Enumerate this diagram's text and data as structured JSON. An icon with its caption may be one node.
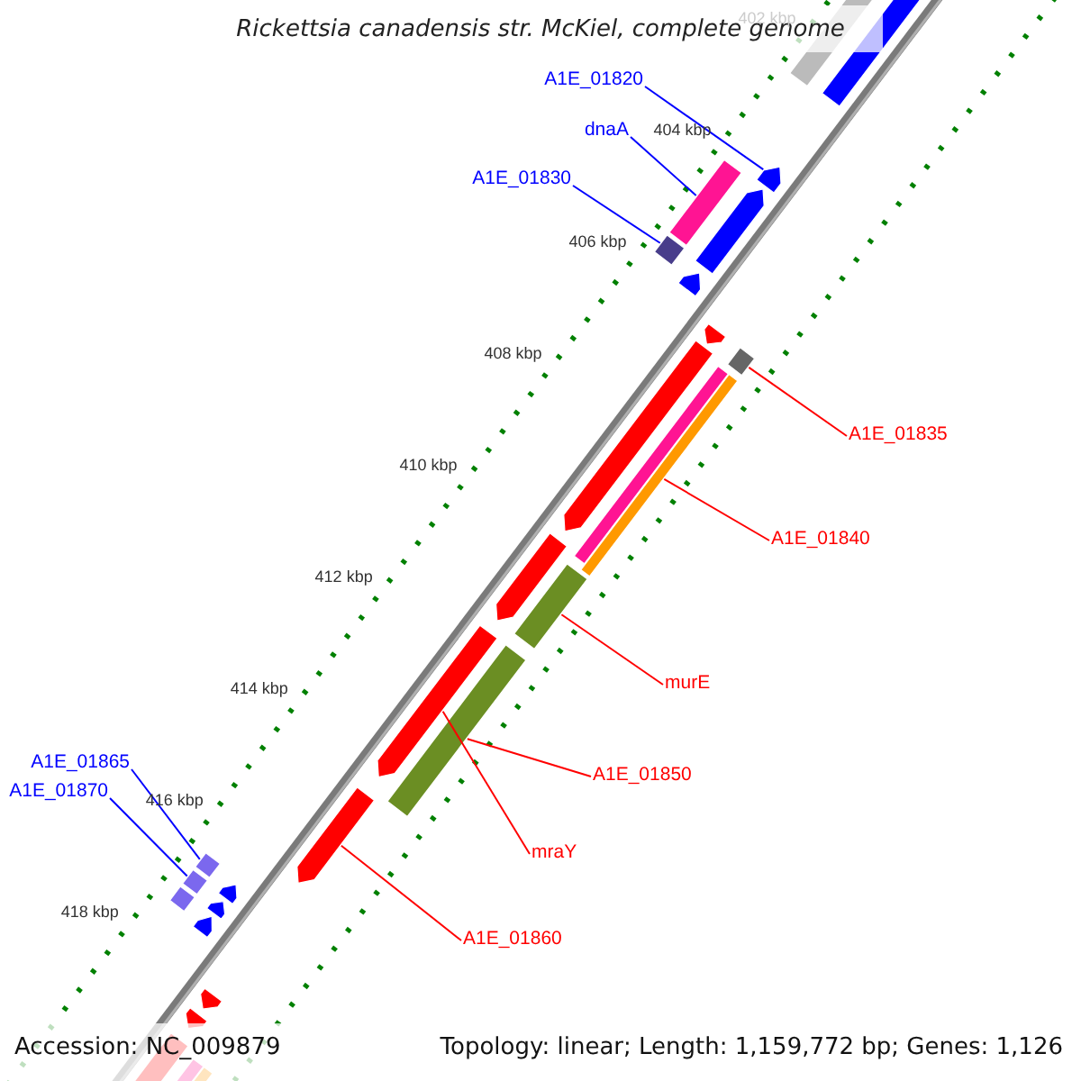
{
  "diagram": {
    "title": "Rickettsia canadensis str. McKiel, complete genome",
    "nodes": [
      {
        "text": [
          "A1E_01820"
        ]
      },
      {
        "text": [
          "dnaA"
        ]
      },
      {
        "text": [
          "A1E_01830"
        ]
      },
      {
        "text": [
          "A1E_01835"
        ]
      },
      {
        "text": [
          "A1E_01840"
        ]
      },
      {
        "text": [
          "murE"
        ]
      },
      {
        "text": [
          "A1E_01865"
        ]
      },
      {
        "text": [
          "A1E_01850"
        ]
      },
      {
        "text": [
          "A1E_01870"
        ]
      },
      {
        "text": [
          "mraY"
        ]
      },
      {
        "text": [
          "A1E_01860"
        ]
      },
      {
        "text": [],
        "shape": "bar"
      },
      {
        "text": [],
        "shape": "bar"
      },
      {
        "text": [],
        "shape": "arrow"
      },
      {
        "text": [],
        "shape": "bar"
      },
      {
        "text": [],
        "shape": "arrow"
      },
      {
        "text": [],
        "shape": "bar"
      },
      {
        "text": [],
        "shape": "arrow"
      },
      {
        "text": [],
        "shape": "arrow"
      },
      {
        "text": [],
        "shape": "bar"
      },
      {
        "text": [],
        "shape": "arrow"
      },
      {
        "text": [],
        "shape": "bar"
      },
      {
        "text": [],
        "shape": "bar"
      },
      {
        "text": [],
        "shape": "arrow"
      },
      {
        "text": [],
        "shape": "bar"
      },
      {
        "text": [],
        "shape": "arrow"
      },
      {
        "text": [],
        "shape": "bar"
      },
      {
        "text": [],
        "shape": "arrow"
      },
      {
        "text": [],
        "shape": "bar"
      },
      {
        "text": [],
        "shape": "bar"
      },
      {
        "text": [],
        "shape": "arrow"
      },
      {
        "text": [],
        "shape": "bar"
      },
      {
        "text": [],
        "shape": "arrow"
      },
      {
        "text": [],
        "shape": "arrow"
      },
      {
        "text": [],
        "shape": "arrow"
      },
      {
        "text": [],
        "shape": "arrow"
      },
      {
        "text": [],
        "shape": "bar"
      },
      {
        "text": [],
        "shape": "bar"
      },
      {
        "text": [],
        "shape": "bar"
      }
    ],
    "edges": [
      {
        "from": 0,
        "to": 13,
        "arrow": "none",
        "color": "#0000ff"
      },
      {
        "from": 1,
        "to": 14,
        "arrow": "none",
        "color": "#0000ff"
      },
      {
        "from": 2,
        "to": 16,
        "arrow": "none",
        "color": "#0000ff"
      },
      {
        "from": 3,
        "to": 19,
        "arrow": "none"
      },
      {
        "from": 4,
        "to": 22,
        "arrow": "none"
      },
      {
        "from": 5,
        "to": 24,
        "arrow": "none"
      },
      {
        "from": 6,
        "to": 28,
        "arrow": "none",
        "color": "#0000ff"
      },
      {
        "from": 7,
        "to": 26,
        "arrow": "none"
      },
      {
        "from": 8,
        "to": 29,
        "arrow": "none",
        "color": "#0000ff"
      },
      {
        "from": 9,
        "to": 25,
        "arrow": "none"
      },
      {
        "from": 10,
        "to": 27,
        "arrow": "none"
      }
    ],
    "labels": [
      "402 kbp",
      "404 kbp",
      "406 kbp",
      "408 kbp",
      "410 kbp",
      "412 kbp",
      "414 kbp",
      "416 kbp",
      "418 kbp",
      "Accession: NC_009879",
      "Topology: linear; Length: 1,159,772 bp; Genes: 1,126"
    ]
  }
}
